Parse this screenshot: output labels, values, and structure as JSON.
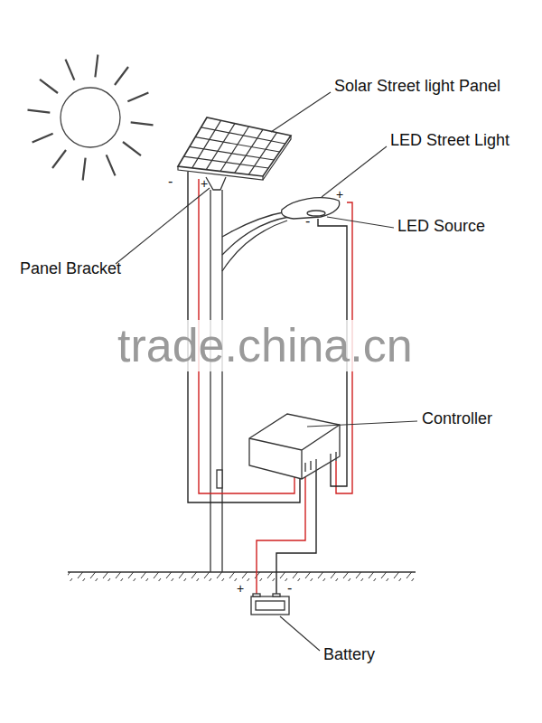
{
  "diagram": {
    "labels": [
      "Solar Street light Panel",
      "LED Street Light",
      "-",
      "+",
      "+",
      "LED Source",
      "-",
      "Panel Bracket",
      "trade.china.cn",
      "Controller",
      "+",
      "-",
      "Battery"
    ]
  }
}
